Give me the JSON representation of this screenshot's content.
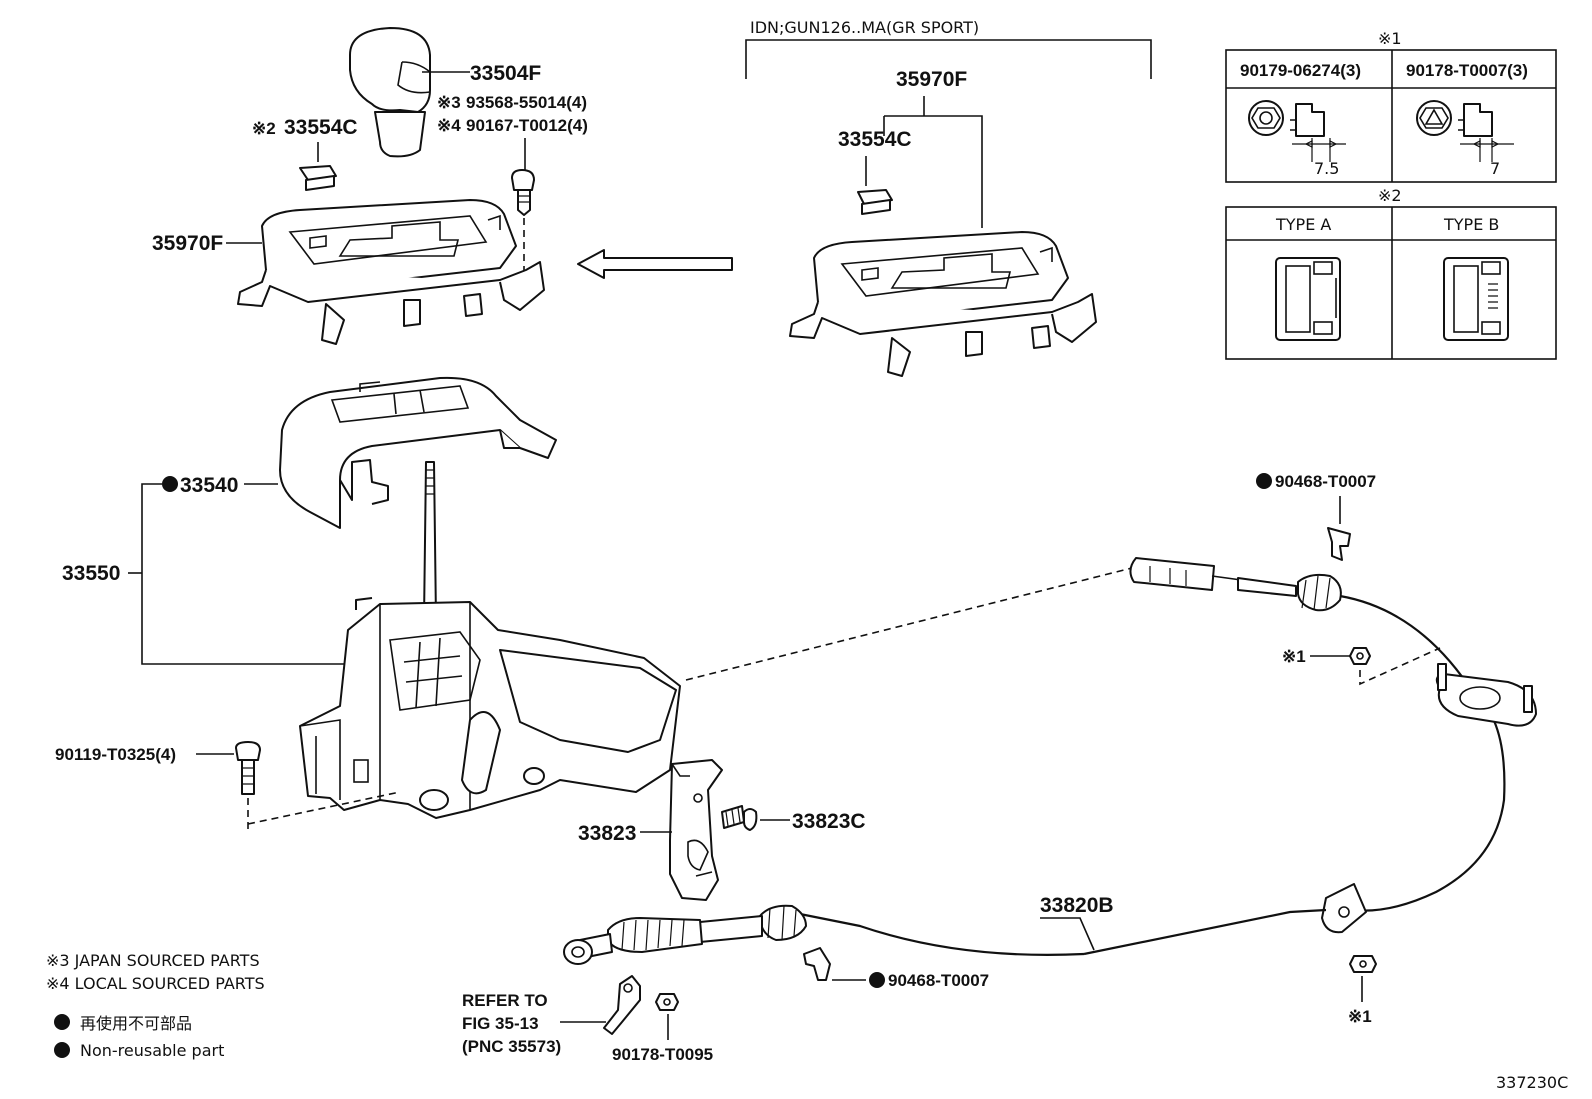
{
  "variant_header": "IDN;GUN126..MA(GR SPORT)",
  "labels": {
    "knob": "33504F",
    "screw_jp": "93568-55014(4)",
    "screw_local": "90167-T0012(4)",
    "mark3": "※3",
    "mark4": "※4",
    "mark2": "※2",
    "indicator_left": "33554C",
    "indicator_right": "33554C",
    "housing_left": "35970F",
    "housing_right": "35970F",
    "cover": "33540",
    "shift_lever_assy": "33550",
    "bolt": "90119-T0325(4)",
    "bracket": "33823",
    "bracket_bolt": "33823C",
    "cable": "33820B",
    "clip_top": "90468-T0007",
    "clip_bottom": "90468-T0007",
    "nut_upper_mark": "※1",
    "nut_lower_mark": "※1",
    "refer_line1": "REFER TO",
    "refer_line2": "FIG 35-13",
    "refer_line3": "(PNC 35573)",
    "nut_bottom": "90178-T0095",
    "diagram_id": "337230C"
  },
  "table1": {
    "mark": "※1",
    "col1": "90179-06274(3)",
    "col2": "90178-T0007(3)",
    "dim1": "7.5",
    "dim2": "7"
  },
  "table2": {
    "mark": "※2",
    "col1": "TYPE A",
    "col2": "TYPE B"
  },
  "legend": {
    "note3": "※3 JAPAN SOURCED PARTS",
    "note4": "※4 LOCAL SOURCED PARTS",
    "bullet_jp": "再使用不可部品",
    "bullet_en": "Non-reusable part"
  }
}
